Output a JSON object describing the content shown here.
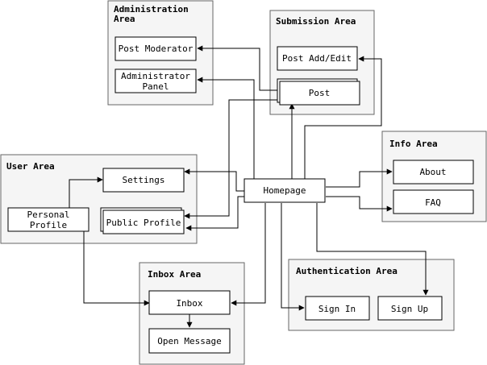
{
  "groups": {
    "admin": {
      "title_line1": "Administration",
      "title_line2": "Area"
    },
    "submission": {
      "title": "Submission Area"
    },
    "user": {
      "title": "User Area"
    },
    "info": {
      "title": "Info Area"
    },
    "inbox": {
      "title": "Inbox Area"
    },
    "auth": {
      "title": "Authentication Area"
    }
  },
  "nodes": {
    "post_moderator": "Post Moderator",
    "admin_panel_line1": "Administrator",
    "admin_panel_line2": "Panel",
    "post_add_edit": "Post Add/Edit",
    "post": "Post",
    "settings": "Settings",
    "personal_profile_line1": "Personal",
    "personal_profile_line2": "Profile",
    "public_profile": "Public Profile",
    "homepage": "Homepage",
    "about": "About",
    "faq": "FAQ",
    "inbox": "Inbox",
    "open_message": "Open Message",
    "sign_in": "Sign In",
    "sign_up": "Sign Up"
  }
}
